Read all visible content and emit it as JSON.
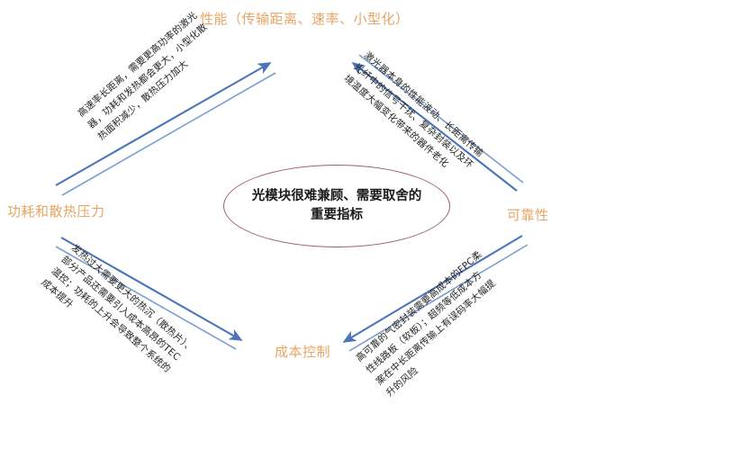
{
  "diagram": {
    "center": {
      "text": "光模块很难兼顾、需要取舍的重要指标",
      "border_color": "#9e5f6b"
    },
    "nodes": {
      "top": "性能（传输距离、速率、小型化）",
      "left": "功耗和散热压力",
      "right": "可靠性",
      "bottom": "成本控制",
      "color": "#e8a563"
    },
    "arrow_color": "#4a76b8",
    "edges": {
      "top_left": {
        "name": "power-to-performance",
        "lines": [
          "高速率长距离，需要更高功率的激光",
          "器，功耗和发热都会更大，小型化散",
          "热面积减少，散热压力加大"
        ]
      },
      "top_right": {
        "name": "reliability-to-performance",
        "lines": [
          "激光器本身的性能波动、长距离传输",
          "光纤中的信号干扰、复杂封装以及环",
          "境温度大幅变化带来的器件老化"
        ]
      },
      "bottom_left": {
        "name": "power-to-cost",
        "lines": [
          "发热过大需要更大的热沉（散热片）、",
          "部分产品还需要引入成本高昂的TEC",
          "温控；功耗的上升会导致整个系统的",
          "成本提升"
        ]
      },
      "bottom_right": {
        "name": "cost-to-reliability",
        "lines": [
          "高可靠的气密封装需要高成本的FPC柔",
          "性线路板（软板）；超频等低成本方",
          "案在中长距离传输上有误码率大幅提",
          "升的风险"
        ]
      }
    }
  }
}
